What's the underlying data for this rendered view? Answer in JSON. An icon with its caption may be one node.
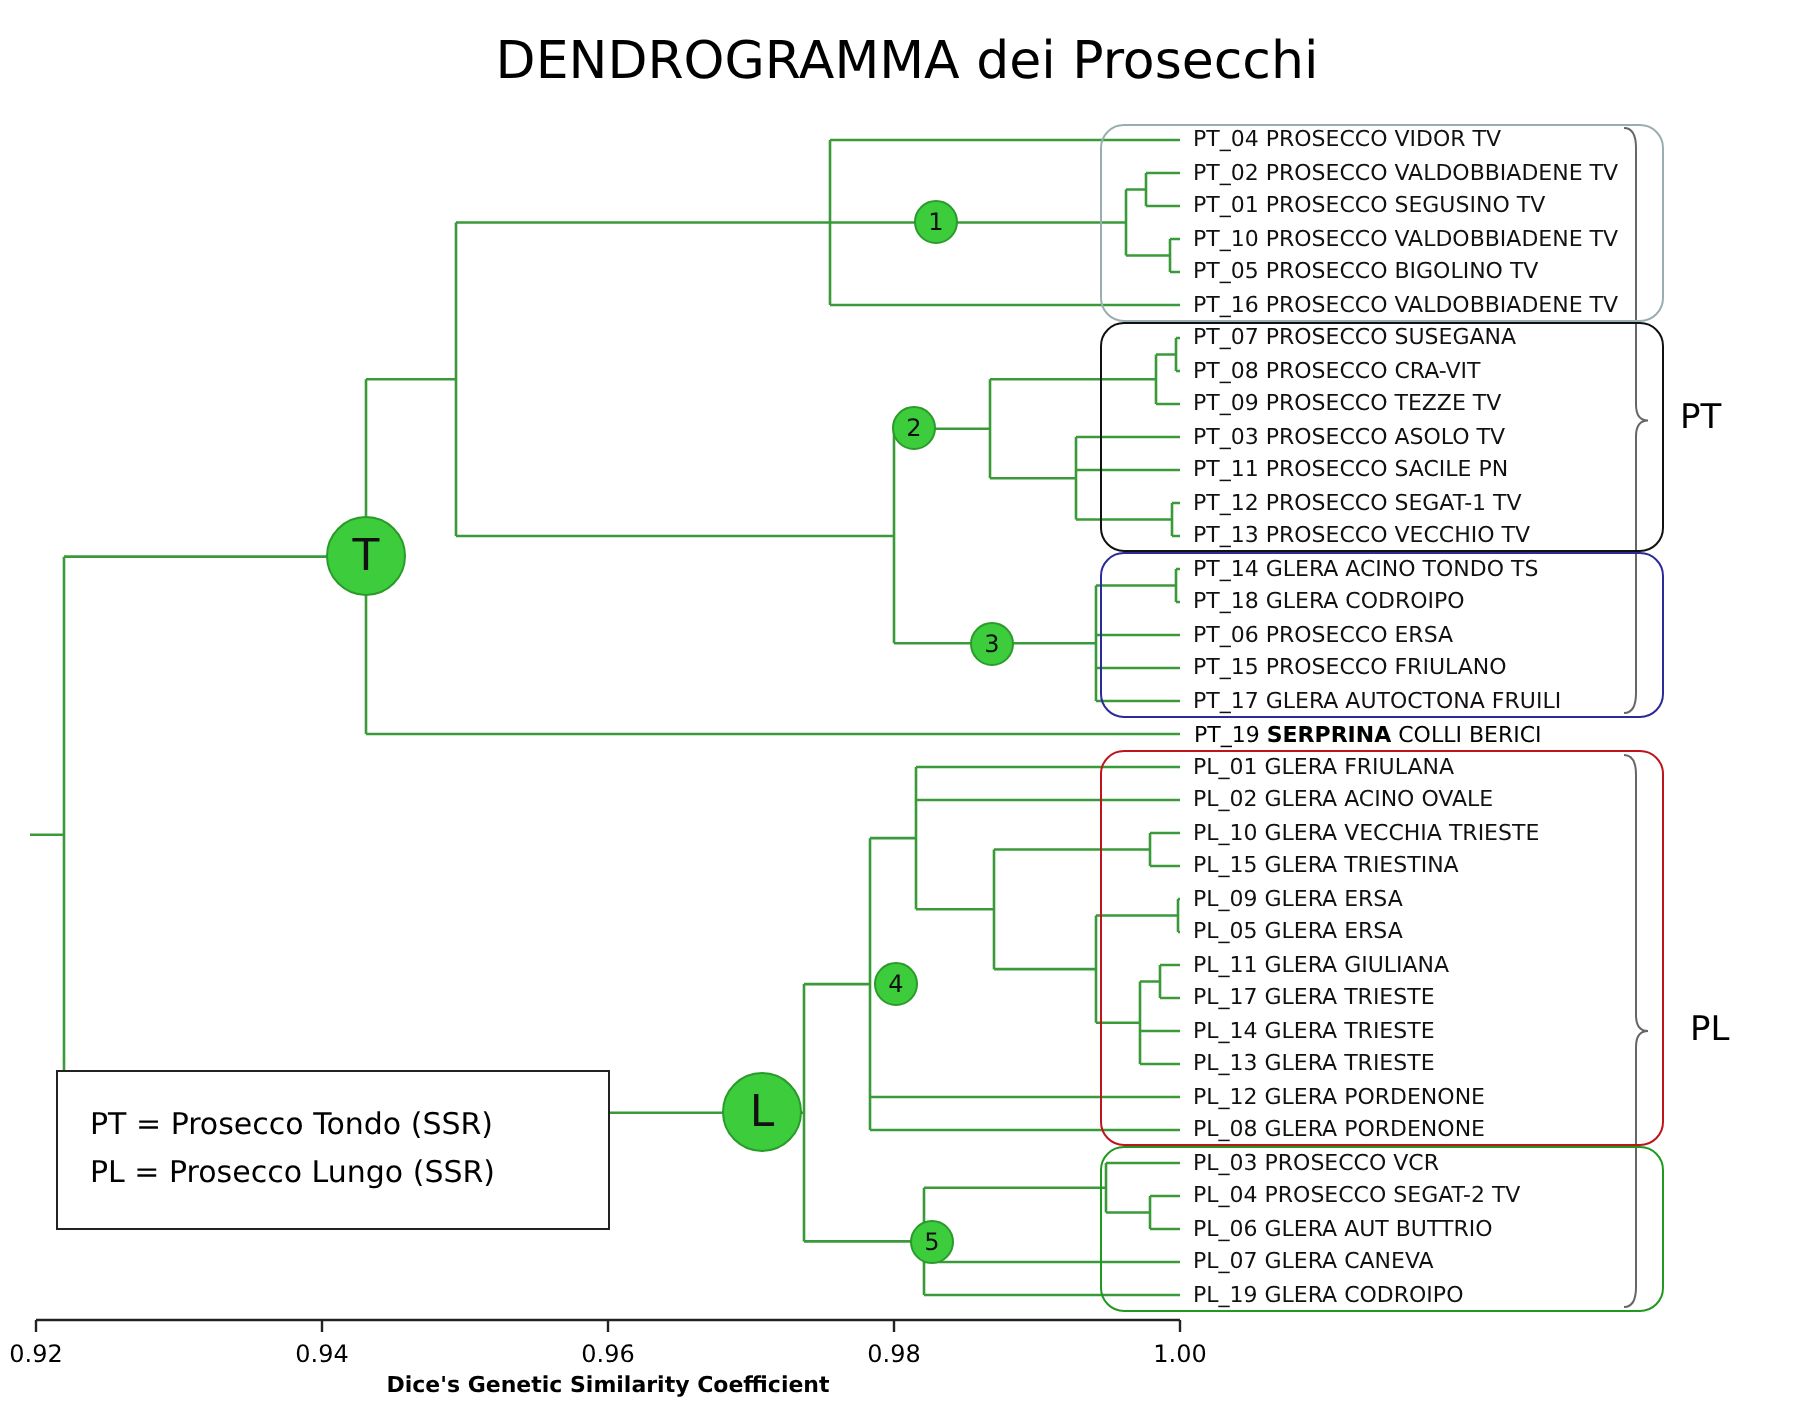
{
  "diagram": {
    "title": "DENDROGRAMMA dei Prosecchi",
    "nodes": [
      {
        "text": [
          "PT_04 PROSECCO VIDOR TV",
          "PT_02 PROSECCO VALDOBBIADENE TV",
          "PT_01 PROSECCO SEGUSINO TV",
          "PT_10 PROSECCO VALDOBBIADENE TV",
          "PT_05 PROSECCO BIGOLINO TV",
          "PT_16 PROSECCO VALDOBBIADENE TV"
        ]
      },
      {
        "text": [
          "1"
        ]
      },
      {
        "text": [
          "PT_07 PROSECCO SUSEGANA",
          "PT_08 PROSECCO CRA-VIT",
          "PT_09 PROSECCO TEZZE TV",
          "PT_03 PROSECCO ASOLO TV",
          "PT_11 PROSECCO SACILE PN",
          "PT_12 PROSECCO SEGAT-1 TV",
          "PT_13 PROSECCO VECCHIO TV"
        ]
      },
      {
        "text": [
          "2"
        ]
      },
      {
        "text": [
          "T"
        ]
      },
      {
        "text": [
          "PT_14 GLERA ACINO TONDO TS",
          "PT_18 GLERA CODROIPO",
          "PT_06 PROSECCO ERSA",
          "PT_15 PROSECCO FRIULANO",
          "PT_17 GLERA AUTOCTONA FRUILI"
        ]
      },
      {
        "text": [
          "3"
        ]
      },
      {
        "text": [
          "PL_01 GLERA FRIULANA",
          "PL_02 GLERA ACINO OVALE",
          "PL_10 GLERA VECCHIA TRIESTE",
          "PL_15 GLERA TRIESTINA",
          "PL_09 GLERA ERSA",
          "PL_05 GLERA ERSA",
          "PL_11 GLERA GIULIANA",
          "PL_17 GLERA TRIESTE",
          "PL_14 GLERA TRIESTE",
          "PL_13 GLERA TRIESTE",
          "PL_12 GLERA PORDENONE",
          "PL_08 GLERA PORDENONE"
        ]
      },
      {
        "text": [
          "L"
        ]
      },
      {
        "text": [
          "4"
        ]
      },
      {
        "text": [
          "PL_03 PROSECCO VCR",
          "PL_04 PROSECCO SEGAT-2 TV",
          "PL_06 GLERA AUT BUTTRIO",
          "PL_07 GLERA CANEVA",
          "PL_19 GLERA CODROIPO"
        ]
      },
      {
        "text": [
          "5"
        ]
      },
      {
        "text": [
          "PT = Prosecco Tondo (SSR)",
          "PL = Prosecco Lungo (SSR)"
        ]
      }
    ],
    "labels": [
      "PT",
      "PT_19 **SERPRINA** COLLI BERICI",
      "PL",
      "0.92",
      "0.94",
      "0.96",
      "0.98",
      "1.00",
      "Dice's Genetic Similarity Coefficient"
    ]
  }
}
